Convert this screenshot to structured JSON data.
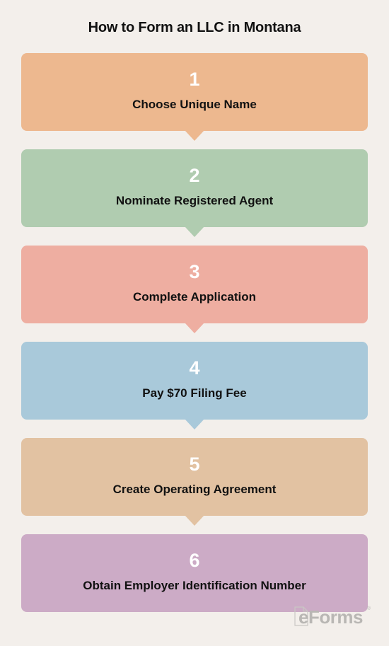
{
  "title": "How to Form an LLC in Montana",
  "steps": [
    {
      "number": "1",
      "label": "Choose Unique Name",
      "color": "#edb88f"
    },
    {
      "number": "2",
      "label": "Nominate Registered Agent",
      "color": "#b0ccb0"
    },
    {
      "number": "3",
      "label": "Complete Application",
      "color": "#eeaea1"
    },
    {
      "number": "4",
      "label": "Pay $70 Filing Fee",
      "color": "#a9c9da"
    },
    {
      "number": "5",
      "label": "Create Operating Agreement",
      "color": "#e2c2a2"
    },
    {
      "number": "6",
      "label": "Obtain Employer Identification Number",
      "color": "#ccabc6"
    }
  ],
  "logo": {
    "text": "eForms",
    "reg": "®",
    "icon": "document-icon"
  }
}
